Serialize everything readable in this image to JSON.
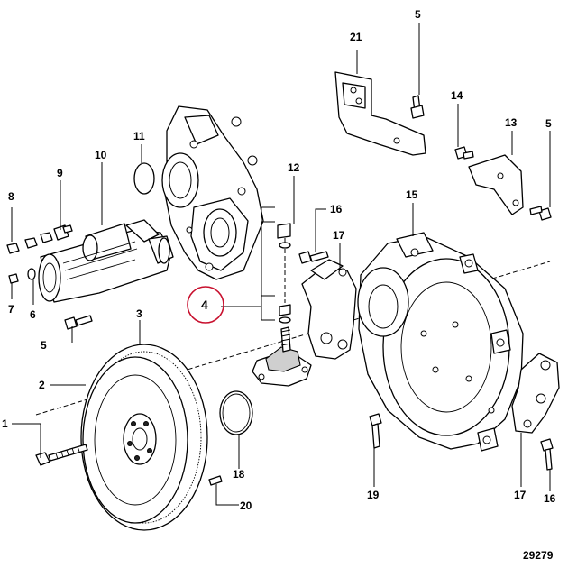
{
  "figure_number": "29279",
  "highlight_color": "#c8102e",
  "callouts": {
    "c1": "1",
    "c2": "2",
    "c3": "3",
    "c4": "4",
    "c5a": "5",
    "c5b": "5",
    "c5c": "5",
    "c6": "6",
    "c7": "7",
    "c8": "8",
    "c9": "9",
    "c10": "10",
    "c11": "11",
    "c12": "12",
    "c13": "13",
    "c14": "14",
    "c15": "15",
    "c16a": "16",
    "c16b": "16",
    "c17a": "17",
    "c17b": "17",
    "c18": "18",
    "c19": "19",
    "c20": "20",
    "c21": "21"
  }
}
